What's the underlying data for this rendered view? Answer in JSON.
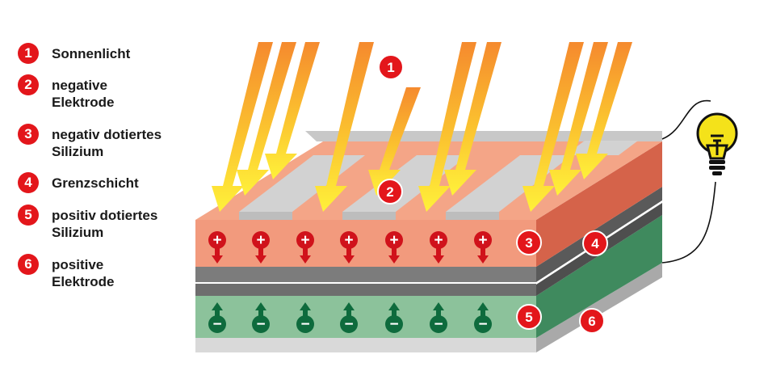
{
  "legend": [
    {
      "num": "1",
      "lines": [
        "Sonnenlicht"
      ]
    },
    {
      "num": "2",
      "lines": [
        "negative",
        "Elektrode"
      ]
    },
    {
      "num": "3",
      "lines": [
        "negativ dotiertes",
        "Silizium"
      ]
    },
    {
      "num": "4",
      "lines": [
        "Grenzschicht"
      ]
    },
    {
      "num": "5",
      "lines": [
        "positiv dotiertes",
        "Silizium"
      ]
    },
    {
      "num": "6",
      "lines": [
        "positive",
        "Elektrode"
      ]
    }
  ],
  "markers": {
    "sunlight": "1",
    "negative_electrode": "2",
    "n_silicon": "3",
    "junction": "4",
    "p_silicon": "5",
    "positive_electrode": "6"
  },
  "charges": {
    "positive": "+",
    "negative": "−"
  },
  "icons": {
    "sun_rays": "sunlight-ray-icon",
    "bulb": "light-bulb-icon"
  },
  "colors": {
    "badge": "#e3161b",
    "n_layer": "#f29a7d",
    "n_side": "#d5634a",
    "p_layer": "#8cc29b",
    "p_side": "#3f8a5e",
    "junction": "#7c7c7c",
    "electrode": "#cfcfcf",
    "ray_start": "#f7a634",
    "ray_end": "#ffe93a",
    "bulb": "#f4e21a"
  }
}
